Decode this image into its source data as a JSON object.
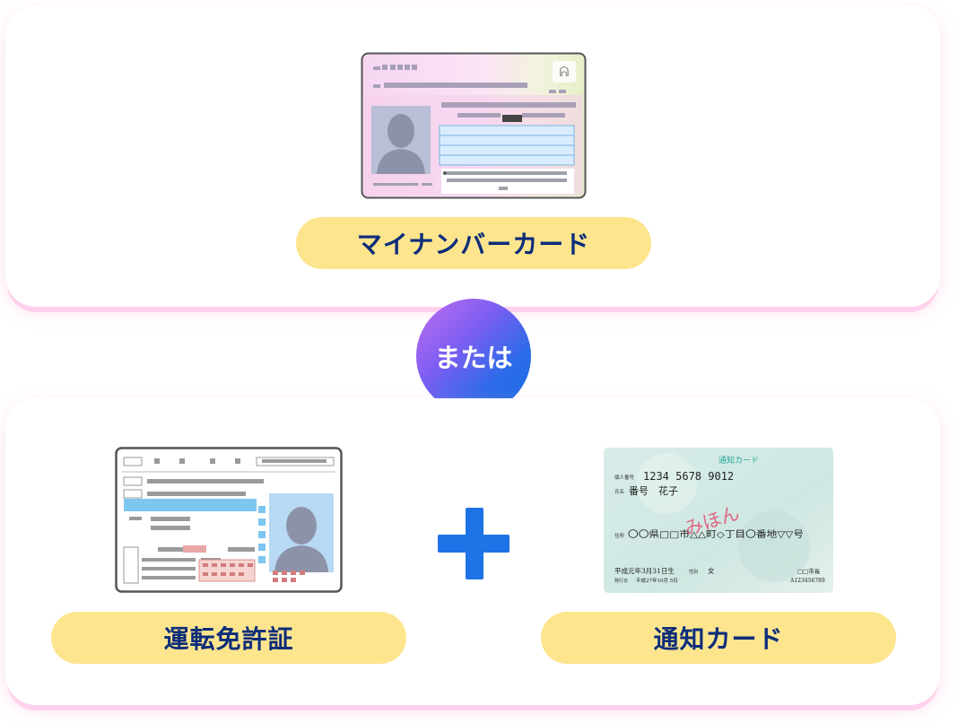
{
  "options": {
    "mynumber_card": {
      "label": "マイナンバーカード"
    },
    "separator": "または",
    "drivers_license": {
      "label": "運転免許証"
    },
    "plus_symbol": "+",
    "notification_card": {
      "label": "通知カード",
      "card_title": "通知カード",
      "number_caption": "個人番号",
      "number": "1234 5678 9012",
      "name_caption": "氏名",
      "name": "番号　花子",
      "stamp": "みほん",
      "address_caption": "住所",
      "address": "〇〇県□□市△△町◇丁目〇番地▽▽号",
      "birth": "平成元年3月31日生",
      "sex_caption": "性別",
      "sex": "女",
      "issue_caption": "発行日",
      "issue_date": "平成27年10月 5日",
      "issuer": "□□市長",
      "serial": "A123456789"
    }
  },
  "colors": {
    "pill": "#fde58e",
    "pill_text": "#0d2d7a",
    "plus": "#1e73e6",
    "panel_shadow": "#ffd1ec"
  }
}
